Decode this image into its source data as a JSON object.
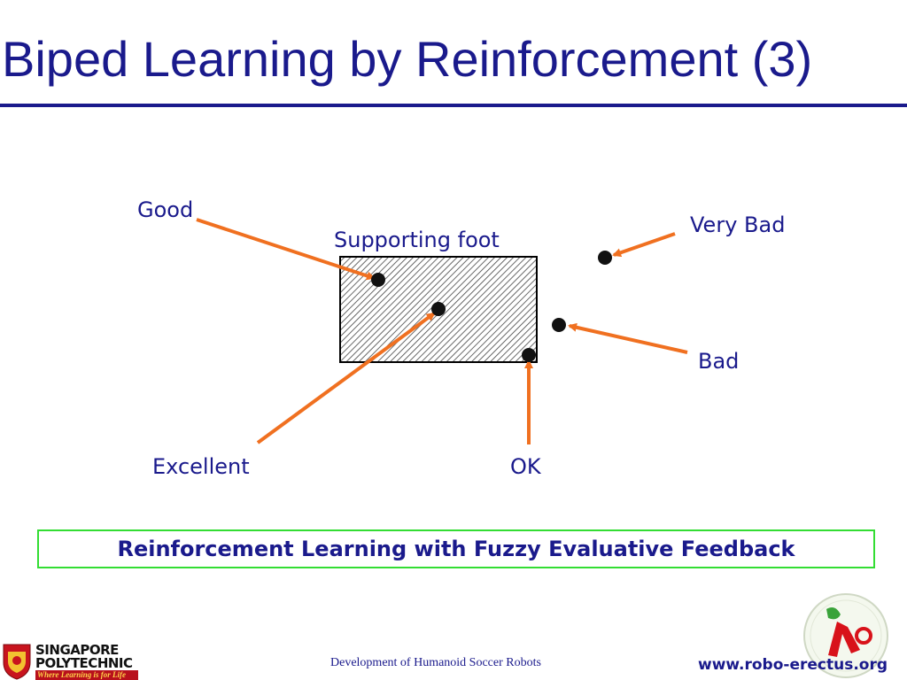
{
  "slide": {
    "title": "Biped Learning by Reinforcement (3)"
  },
  "diagram": {
    "box_label": "Supporting foot",
    "labels": {
      "good": "Good",
      "very_bad": "Very Bad",
      "bad": "Bad",
      "excellent": "Excellent",
      "ok": "OK"
    }
  },
  "banner": {
    "text": "Reinforcement Learning with Fuzzy Evaluative Feedback"
  },
  "footer": {
    "caption": "Development of Humanoid Soccer Robots",
    "url": "www.robo-erectus.org",
    "logo_line1": "SINGAPORE",
    "logo_line2": "POLYTECHNIC",
    "logo_tagline": "Where Learning is for Life"
  },
  "colors": {
    "title_blue": "#1a1a8c",
    "arrow_orange": "#f07020",
    "banner_border": "#33dd33"
  },
  "icons": [
    "singapore-polytechnic-crest-icon",
    "robo-erectus-logo-icon"
  ]
}
